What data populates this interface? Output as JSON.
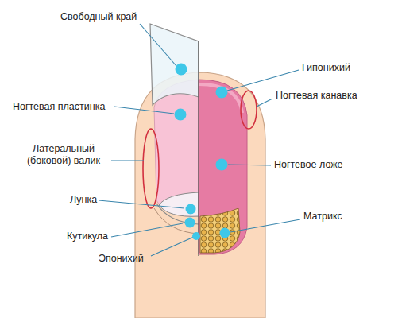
{
  "diagram": {
    "labels": [
      "Свободный край",
      "Ногтевая пластинка",
      "Латеральный (боковой) валик",
      "Лунка",
      "Кутикула",
      "Эпонихий",
      "Гипонихий",
      "Ногтевая канавка",
      "Ногтевое ложе",
      "Матрикс"
    ]
  }
}
